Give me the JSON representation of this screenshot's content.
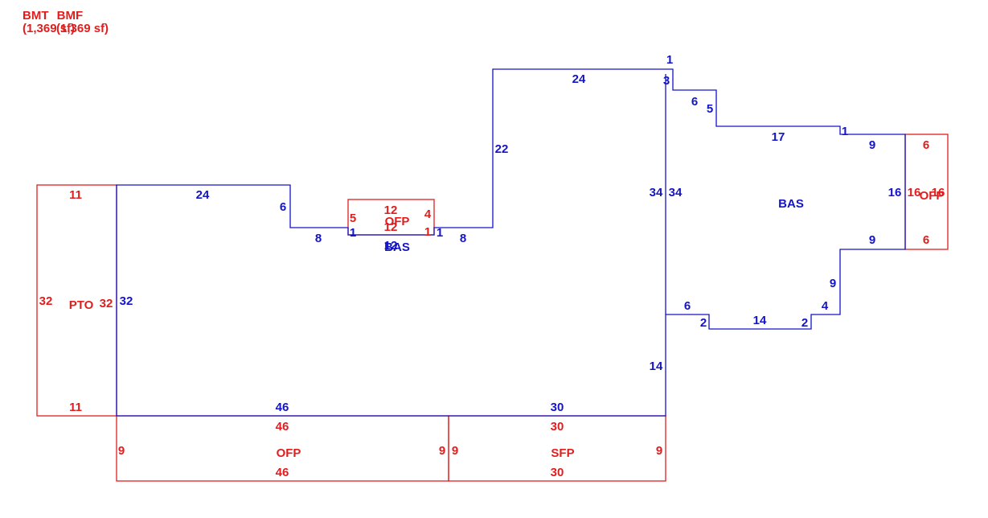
{
  "colors": {
    "blue": "#1414c8",
    "red": "#e01e1e"
  },
  "header": {
    "labels": [
      "BMT",
      "BMF"
    ],
    "areas": [
      "(1,369 sf)",
      "(1,369 sf)"
    ]
  },
  "areas": {
    "bas_main": "BAS",
    "bas_mid": "BAS",
    "pto": "PTO",
    "ofp_front": "OFP",
    "ofp_mid": "OFP",
    "ofp_right": "OFP",
    "sfp": "SFP"
  },
  "dims": {
    "main_top_24": "24",
    "main_notch_6": "6",
    "main_notch_8a": "8",
    "main_notch_1a": "1",
    "main_notch_1b": "1",
    "main_notch_8b": "8",
    "main_rise_22": "22",
    "top_24": "24",
    "top_1": "1",
    "top_3": "3",
    "left_32": "32",
    "bottom_46": "46",
    "bottom_30": "30",
    "bottom_right_14": "14",
    "wall_34_left": "34",
    "wall_34_right": "34",
    "wing_6a": "6",
    "wing_5": "5",
    "wing_17": "17",
    "wing_1": "1",
    "wing_9_top": "9",
    "wing_16": "16",
    "wing_9_bottom": "9",
    "wing_9_side": "9",
    "wing_4": "4",
    "wing_2a": "2",
    "wing_14": "14",
    "wing_2b": "2",
    "wing_6b": "6",
    "mid_12": "12"
  },
  "red_dims": {
    "pto_11_top": "11",
    "pto_11_bottom": "11",
    "pto_32_left": "32",
    "pto_32_right": "32",
    "ofp_mid_12_top": "12",
    "ofp_mid_12_bottom": "12",
    "ofp_mid_5": "5",
    "ofp_mid_4": "4",
    "ofp_mid_1": "1",
    "ofp_front_46_top": "46",
    "ofp_front_46_bottom": "46",
    "ofp_front_9_left": "9",
    "ofp_front_9_right": "9",
    "sfp_30_top": "30",
    "sfp_30_bottom": "30",
    "sfp_9_left": "9",
    "sfp_9_right": "9",
    "ofp_right_6_top": "6",
    "ofp_right_6_bottom": "6",
    "ofp_right_16_left": "16",
    "ofp_right_16_right": "16"
  }
}
